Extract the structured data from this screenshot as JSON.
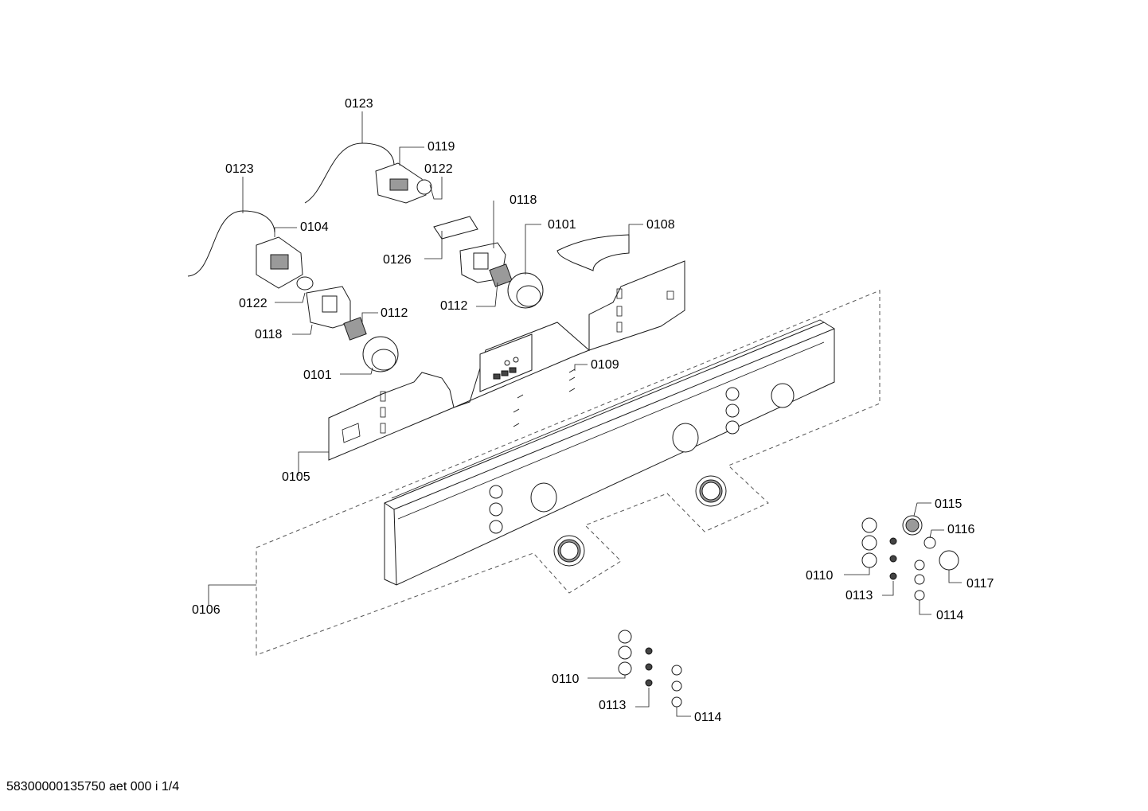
{
  "callouts": {
    "c0123a": "0123",
    "c0123b": "0123",
    "c0119": "0119",
    "c0122a": "0122",
    "c0118a": "0118",
    "c0101a": "0101",
    "c0108": "0108",
    "c0104": "0104",
    "c0126": "0126",
    "c0122b": "0122",
    "c0112a": "0112",
    "c0112b": "0112",
    "c0118b": "0118",
    "c0101b": "0101",
    "c0109": "0109",
    "c0105": "0105",
    "c0106": "0106",
    "c0115": "0115",
    "c0116": "0116",
    "c0110a": "0110",
    "c0117": "0117",
    "c0113a": "0113",
    "c0114a": "0114",
    "c0110b": "0110",
    "c0113b": "0113",
    "c0114b": "0114"
  },
  "footer": {
    "doc_id": "58300000135750 aet 000 i 1/4"
  }
}
